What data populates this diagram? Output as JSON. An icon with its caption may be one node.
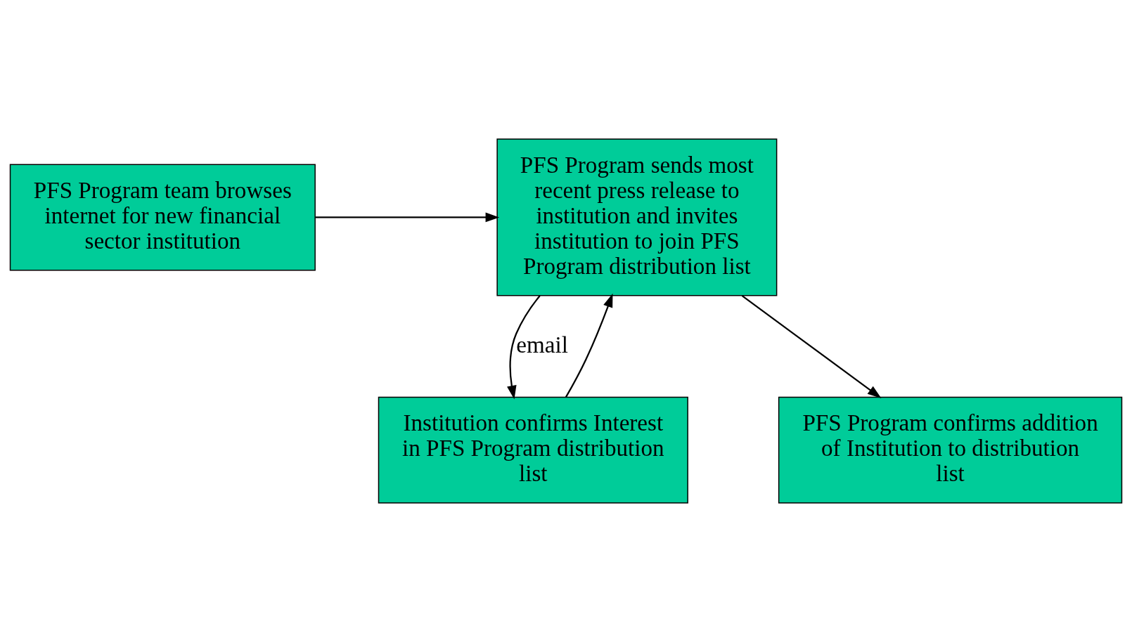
{
  "diagram": {
    "nodes": [
      {
        "text": [
          "PFS Program team browses internet for new financial sector institution"
        ]
      },
      {
        "text": [
          "PFS Program sends most recent press release to institution and invites institution to join PFS Program distribution list"
        ]
      },
      {
        "text": [
          "Institution confirms Interest in PFS Program distribution list"
        ]
      },
      {
        "text": [
          "PFS Program confirms addition of Institution to distribution list"
        ]
      }
    ],
    "edges": [
      {
        "from": 0,
        "to": 1,
        "arrow": "to"
      },
      {
        "from": 1,
        "to": 2,
        "arrow": "to",
        "label": "email"
      },
      {
        "from": 2,
        "to": 1,
        "arrow": "to"
      },
      {
        "from": 1,
        "to": 3,
        "arrow": "to"
      }
    ]
  }
}
